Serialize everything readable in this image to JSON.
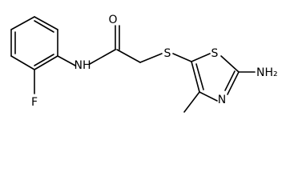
{
  "molecule": {
    "atom_labels": {
      "oxygen": "O",
      "amide_nh": "NH",
      "sulfur_thioether": "S",
      "sulfur_ring": "S",
      "ring_nitrogen": "N",
      "amine": "NH₂",
      "fluorine": "F"
    },
    "colors": {
      "bond": "#000000",
      "label": "#000000",
      "background": "#ffffff"
    }
  }
}
